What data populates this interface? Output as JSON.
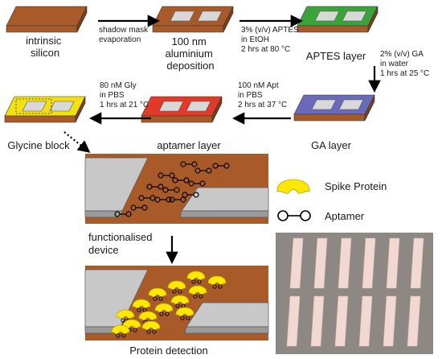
{
  "steps": [
    {
      "label_lines": [
        "intrinsic",
        "silicon"
      ],
      "color": "#a85a28"
    },
    {
      "label_lines": [
        "100 nm",
        "aluminium",
        "deposition"
      ],
      "color": "#a85a28"
    },
    {
      "label_lines": [
        "APTES layer"
      ],
      "color": "#3aa33a"
    },
    {
      "label_lines": [
        "GA layer"
      ],
      "color": "#6a6ab8"
    },
    {
      "label_lines": [
        "aptamer layer"
      ],
      "color": "#e23a2a"
    },
    {
      "label_lines": [
        "Glycine block"
      ],
      "color": "#f2e011"
    }
  ],
  "arrows": [
    {
      "lines": [
        "shadow mask",
        "evaporation"
      ]
    },
    {
      "lines": [
        "3% (v/v) APTES",
        "in EtOH",
        "2 hrs at 80 °C"
      ]
    },
    {
      "lines": [
        "2% (v/v) GA",
        "in water",
        "1 hrs at 25 °C"
      ]
    },
    {
      "lines": [
        "100 nM Apt",
        "in PBS",
        "2 hrs at 37 °C"
      ]
    },
    {
      "lines": [
        "80 nM Gly",
        "in PBS",
        "1 hrs at 21 °C"
      ]
    }
  ],
  "device": {
    "middle_label_lines": [
      "functionalised",
      "device"
    ],
    "bottom_label": "Protein detection"
  },
  "legend": {
    "spike_label": "Spike Protein",
    "aptamer_label": "Aptamer"
  },
  "colors": {
    "substrate_brown": "#a85a28",
    "electrode_grey": "#c8c8c8",
    "spike_yellow": "#ffe800",
    "photo_bg": "#8e8884"
  }
}
